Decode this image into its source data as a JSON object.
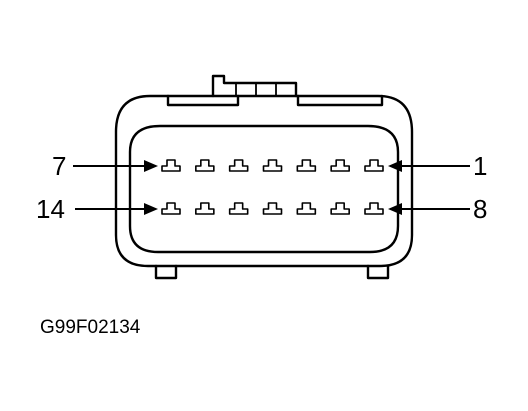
{
  "figure_id": "G99F02134",
  "pin_labels": {
    "top_left": "7",
    "top_right": "1",
    "bottom_left": "14",
    "bottom_right": "8"
  },
  "pins_per_row": 7,
  "rows": 2
}
